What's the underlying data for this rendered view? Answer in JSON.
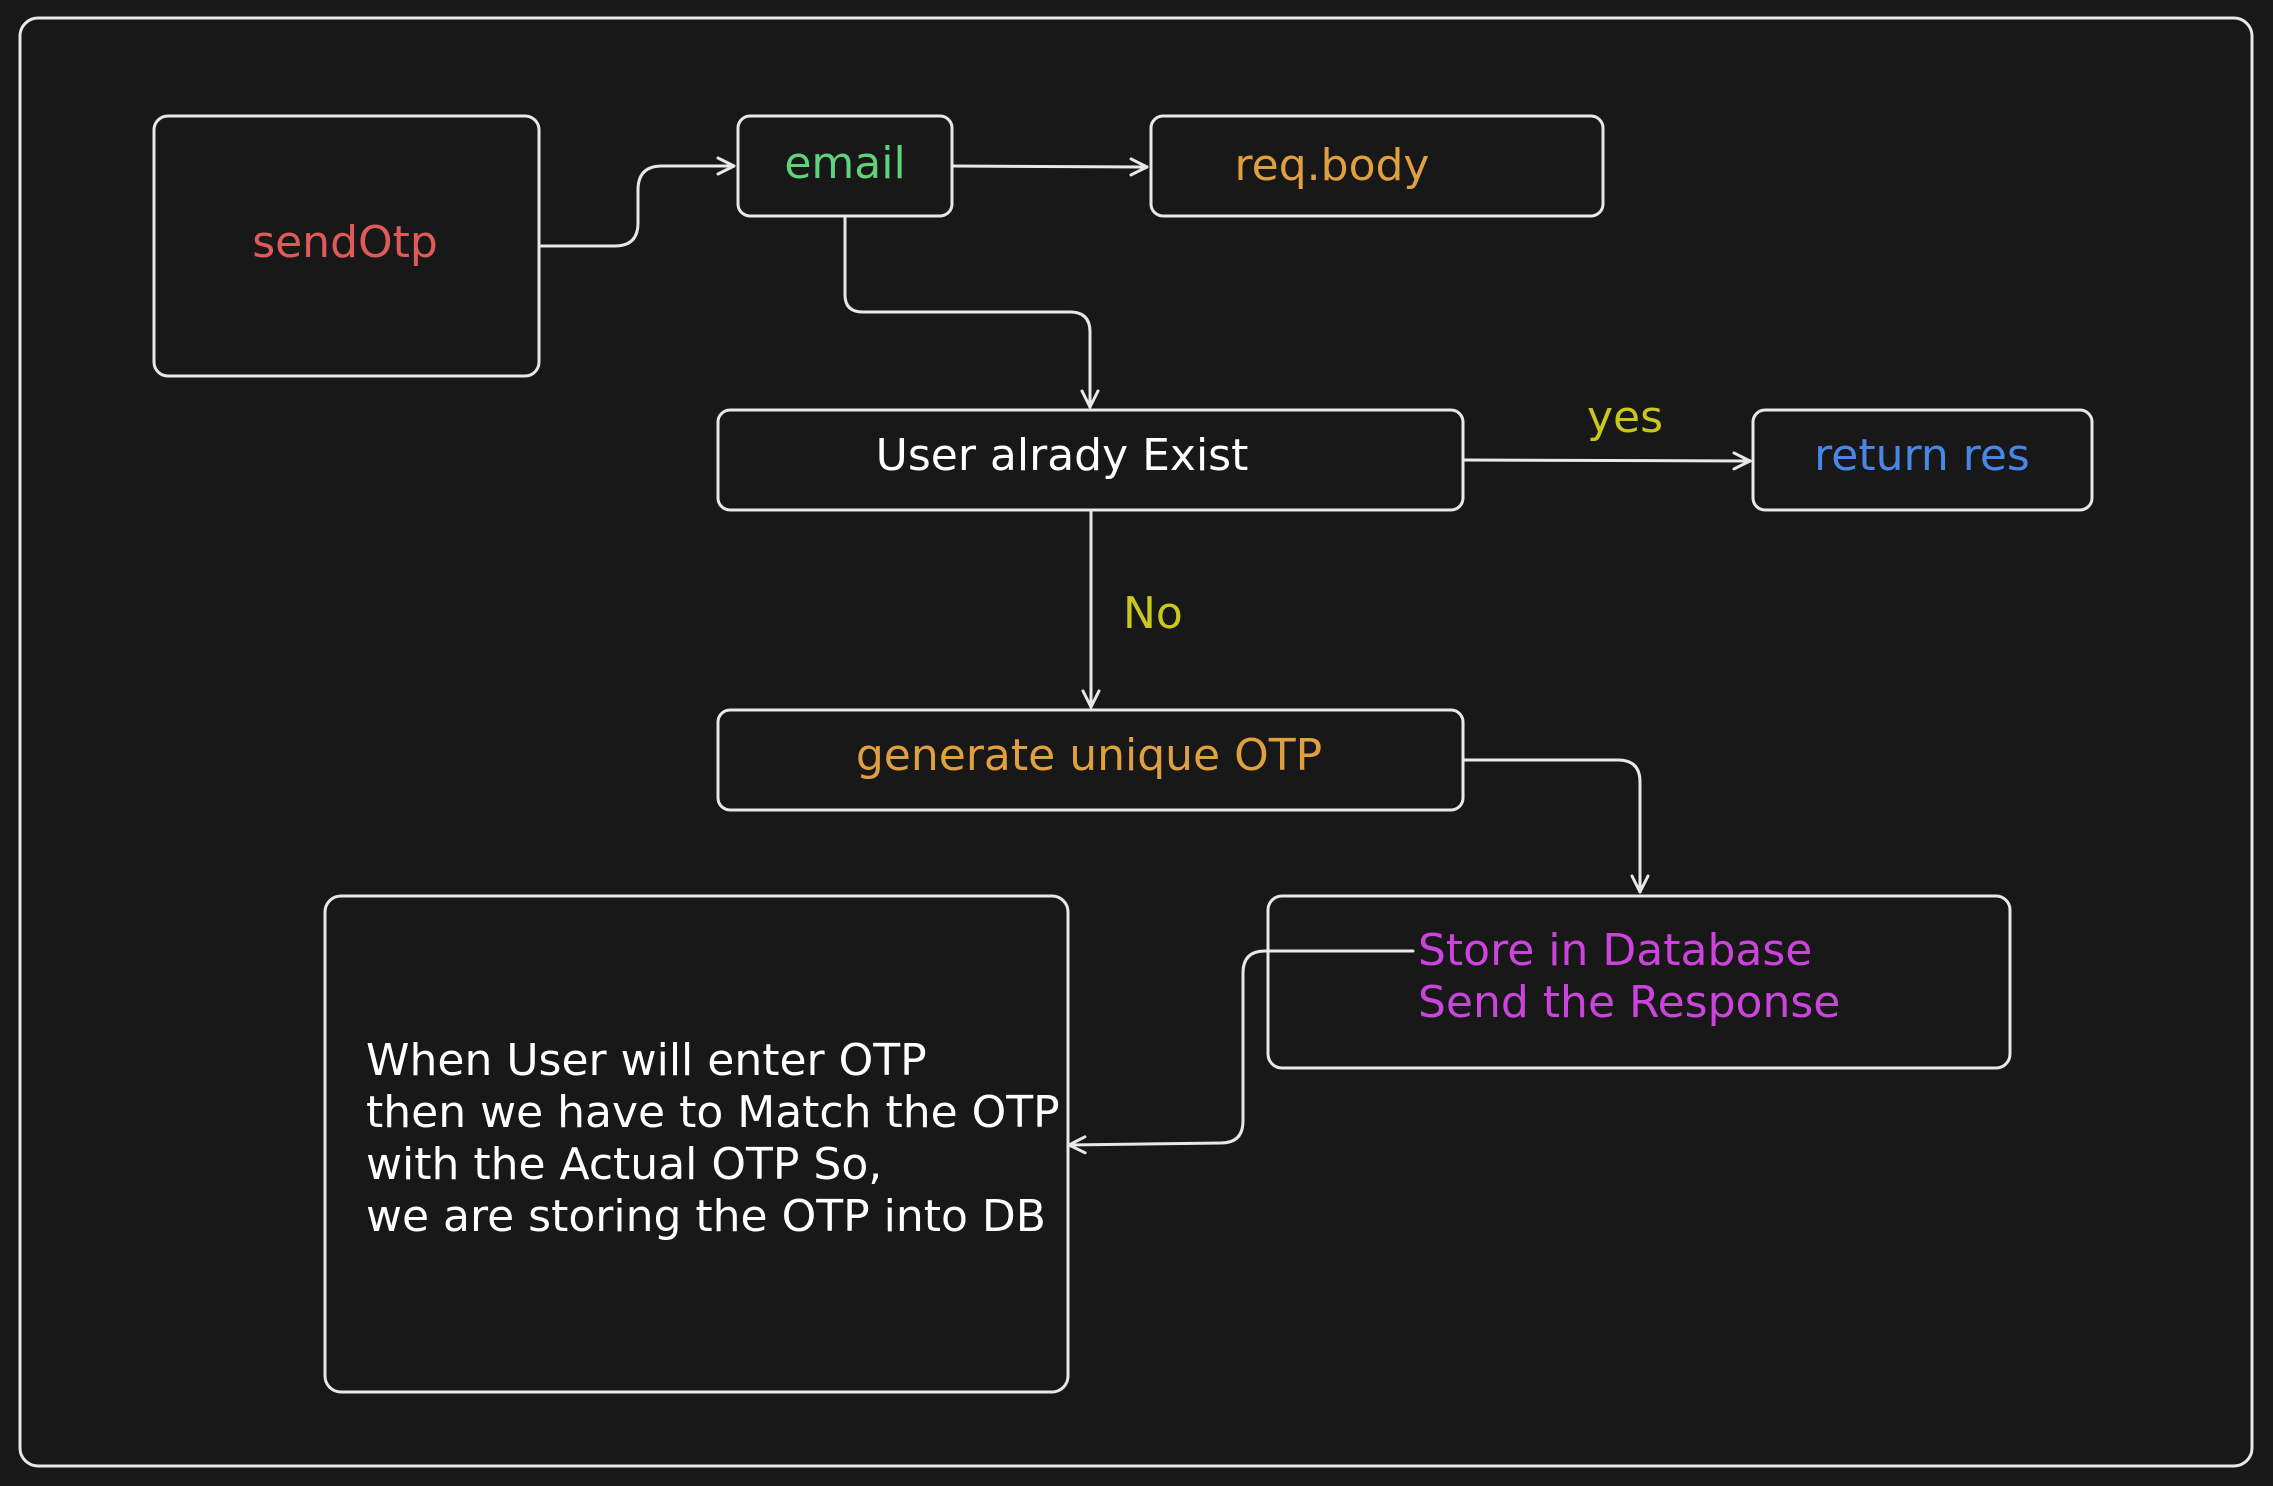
{
  "nodes": {
    "send_otp": {
      "text": "sendOtp",
      "color": "#e05a5a"
    },
    "email": {
      "text": "email",
      "color": "#5fd27a"
    },
    "req_body": {
      "text": "req.body",
      "color": "#e0a040"
    },
    "user_exists": {
      "text": "User alrady Exist",
      "color": "#ffffff"
    },
    "return_res": {
      "text": "return res",
      "color": "#4a86e8"
    },
    "generate_otp": {
      "text": "generate unique OTP",
      "color": "#e0a040"
    },
    "store_db": {
      "lines": [
        "Store in Database",
        "Send the Response"
      ],
      "color": "#cc44dd"
    },
    "note": {
      "lines": [
        "When User will enter OTP",
        "then we have to Match the OTP",
        "with the Actual OTP So,",
        "we are storing the OTP into DB"
      ],
      "color": "#ffffff"
    }
  },
  "edges": {
    "yes_label": {
      "text": "yes",
      "color": "#c8c81e"
    },
    "no_label": {
      "text": "No",
      "color": "#c8c81e"
    }
  },
  "colors": {
    "background": "#181818",
    "stroke": "#e8e8e8"
  }
}
